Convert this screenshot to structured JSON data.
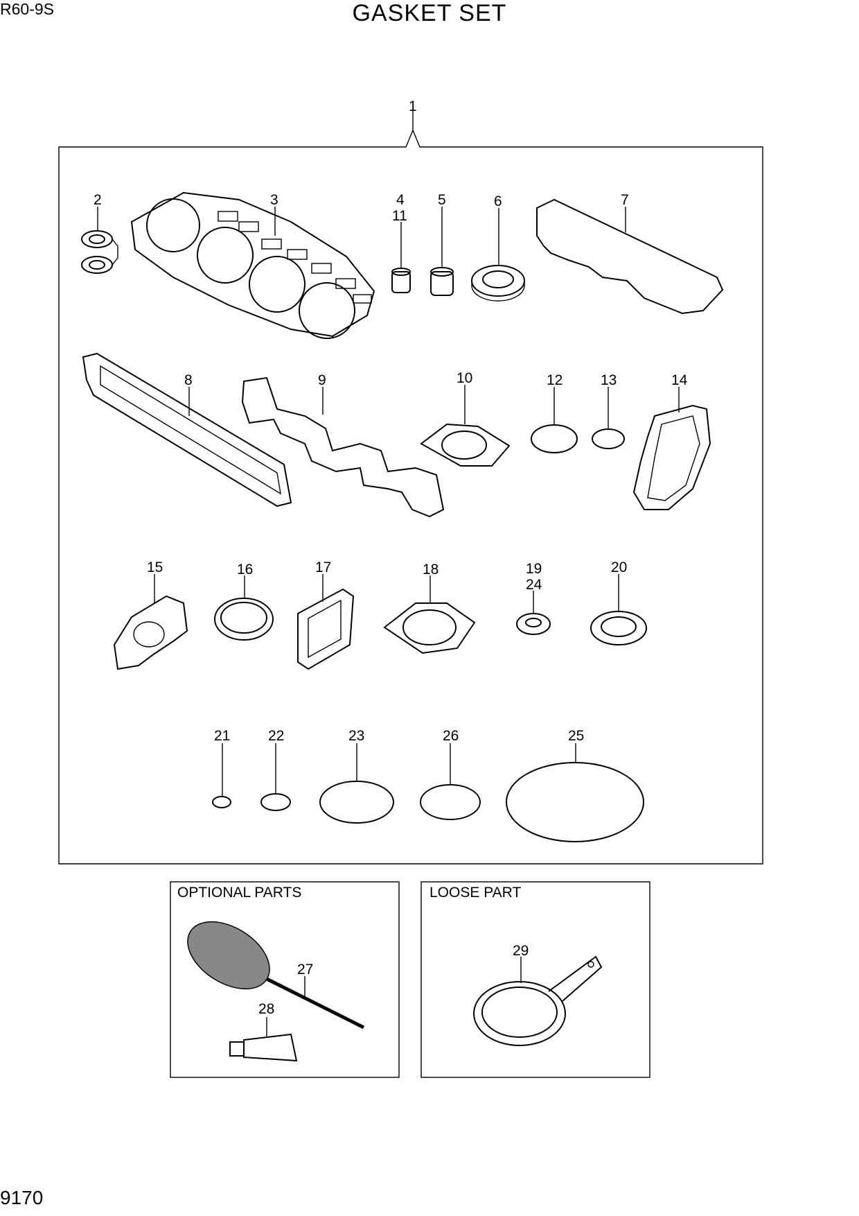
{
  "header": {
    "model": "R60-9S",
    "title": "GASKET SET"
  },
  "footer": {
    "page_number": "9170"
  },
  "callouts": {
    "c1": "1",
    "c2": "2",
    "c3": "3",
    "c4": "4",
    "c11": "11",
    "c5": "5",
    "c6": "6",
    "c7": "7",
    "c8": "8",
    "c9": "9",
    "c10": "10",
    "c12": "12",
    "c13": "13",
    "c14": "14",
    "c15": "15",
    "c16": "16",
    "c17": "17",
    "c18": "18",
    "c19": "19",
    "c24": "24",
    "c20": "20",
    "c21": "21",
    "c22": "22",
    "c23": "23",
    "c26": "26",
    "c25": "25",
    "c27": "27",
    "c28": "28",
    "c29": "29"
  },
  "boxes": {
    "optional_label": "OPTIONAL PARTS",
    "loose_label": "LOOSE PART"
  }
}
